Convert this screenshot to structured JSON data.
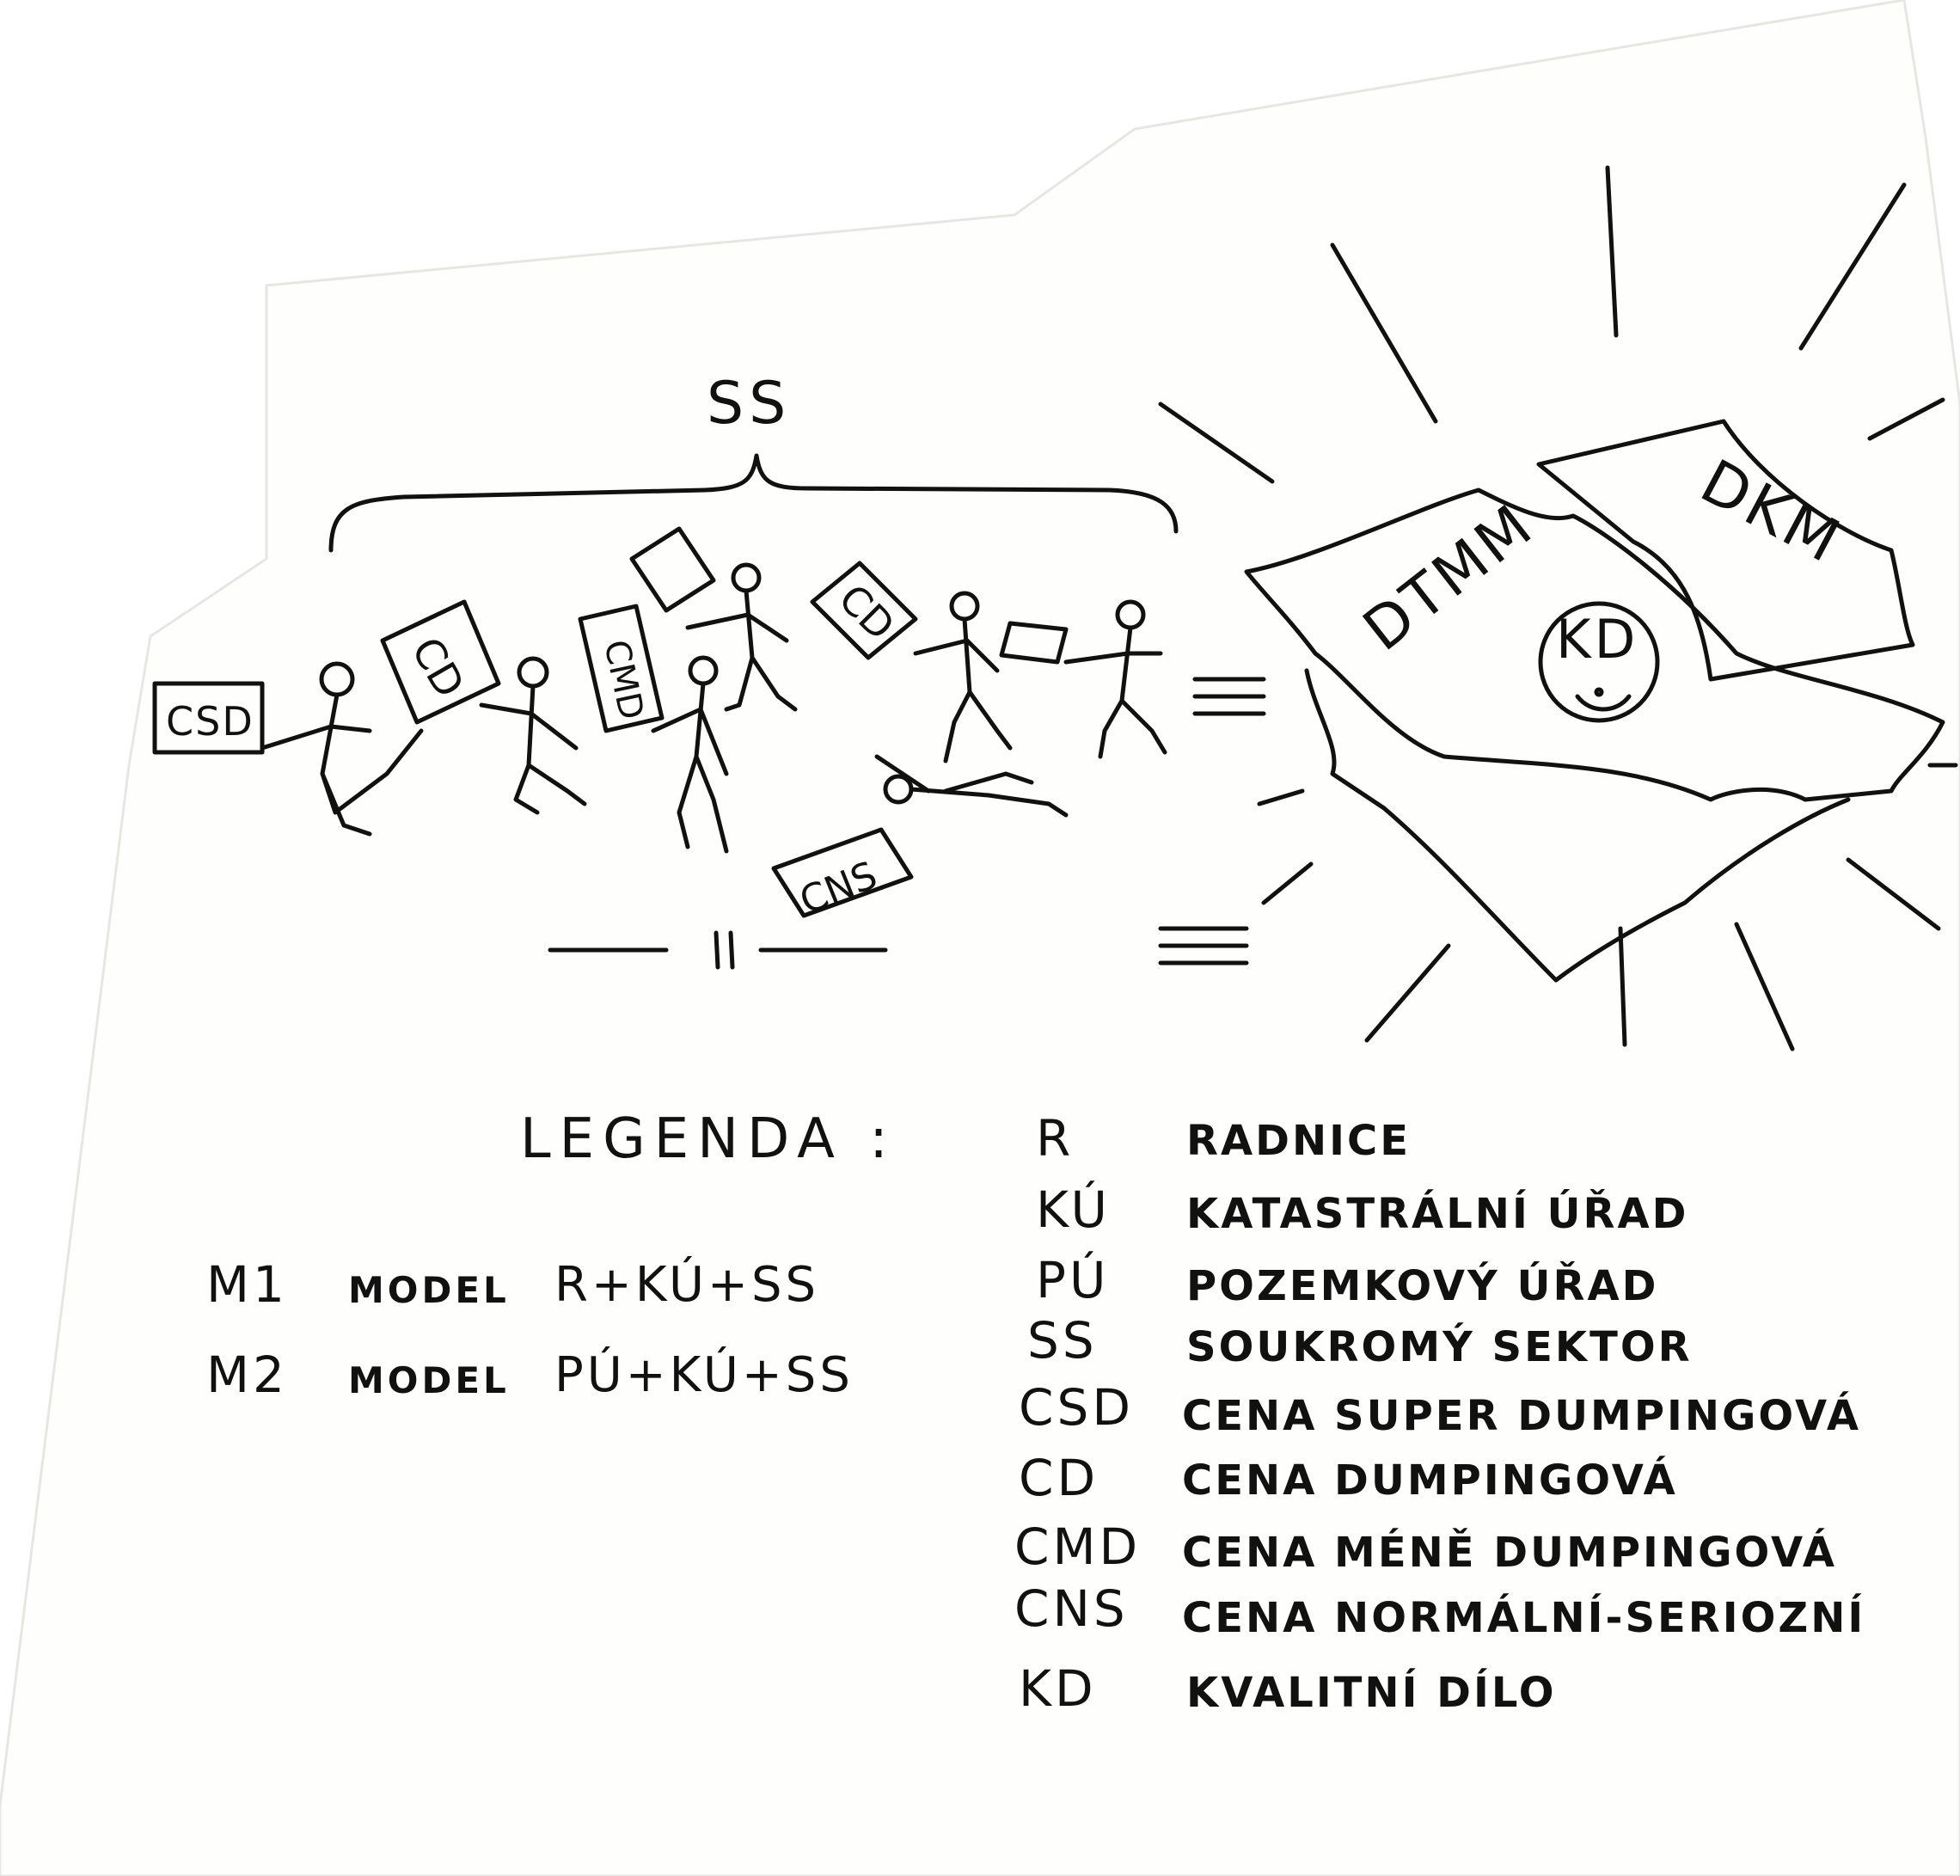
{
  "drawing": {
    "bracket_label": "SS",
    "signs": {
      "csd": "CSD",
      "cd1": "CD",
      "cmd": "CMD",
      "cd2": "CD",
      "cns": "CNS",
      "dtmm": "DTMM",
      "dkm": "DKM",
      "kd": "KD"
    },
    "small_equals": "=",
    "ink_color": "#111111",
    "paper_color": "#ffffff"
  },
  "legend": {
    "title": "LEGENDA :",
    "models": [
      {
        "code": "M1",
        "word": "MODEL",
        "formula": "R+KÚ+SS"
      },
      {
        "code": "M2",
        "word": "MODEL",
        "formula": "PÚ+KÚ+SS"
      }
    ],
    "entries": [
      {
        "abbr": "R",
        "desc": "RADNICE"
      },
      {
        "abbr": "KÚ",
        "desc": "KATASTRÁLNÍ ÚŘAD"
      },
      {
        "abbr": "PÚ",
        "desc": "POZEMKOVÝ ÚŘAD"
      },
      {
        "abbr": "SS",
        "desc": "SOUKROMÝ SEKTOR"
      },
      {
        "abbr": "CSD",
        "desc": "CENA SUPER DUMPINGOVÁ"
      },
      {
        "abbr": "CD",
        "desc": "CENA DUMPINGOVÁ"
      },
      {
        "abbr": "CMD",
        "desc": "CENA MÉNĚ DUMPINGOVÁ"
      },
      {
        "abbr": "CNS",
        "desc": "CENA NORMÁLNÍ-SERIOZNÍ"
      },
      {
        "abbr": "KD",
        "desc": "KVALITNÍ DÍLO"
      }
    ]
  }
}
